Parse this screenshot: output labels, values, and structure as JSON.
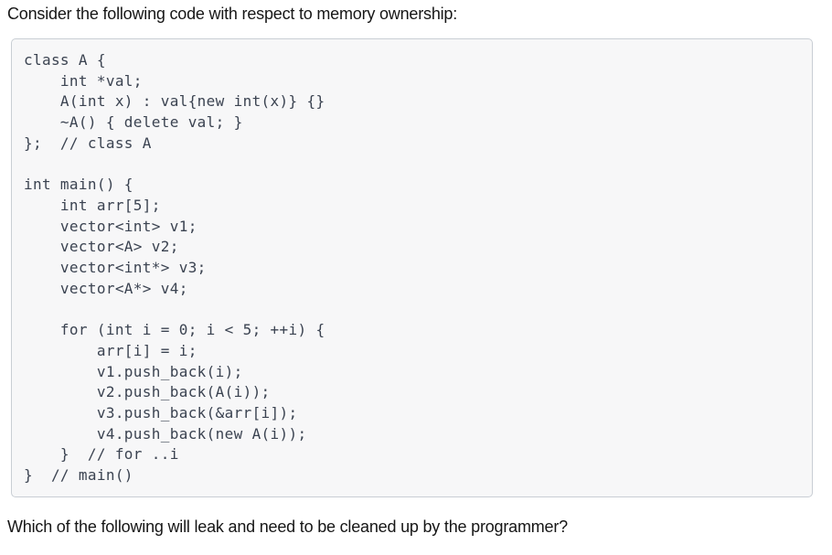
{
  "question": {
    "intro": "Consider the following code with respect to memory ownership:",
    "prompt": "Which of the following will leak and need to be cleaned up by the programmer?"
  },
  "code": {
    "language": "cpp",
    "lines": [
      "class A {",
      "    int *val;",
      "    A(int x) : val{new int(x)} {}",
      "    ~A() { delete val; }",
      "};  // class A",
      "",
      "int main() {",
      "    int arr[5];",
      "    vector<int> v1;",
      "    vector<A> v2;",
      "    vector<int*> v3;",
      "    vector<A*> v4;",
      "",
      "    for (int i = 0; i < 5; ++i) {",
      "        arr[i] = i;",
      "        v1.push_back(i);",
      "        v2.push_back(A(i));",
      "        v3.push_back(&arr[i]);",
      "        v4.push_back(new A(i));",
      "    }  // for ..i",
      "}  // main()"
    ]
  },
  "colors": {
    "body_text": "#161616",
    "code_text": "#3b4351",
    "code_box_bg": "#f7f7f8",
    "code_box_border": "#c9ced4"
  }
}
